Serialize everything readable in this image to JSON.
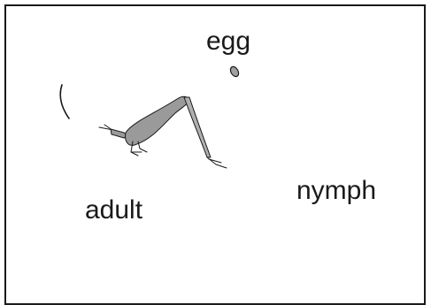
{
  "labels": {
    "egg": "egg",
    "adult": "adult",
    "nymph": "nymph"
  },
  "colors": {
    "stroke": "#1a1a1a",
    "insect_fill": "#9a9a9a",
    "egg_fill": "#a0a0a0",
    "background": "#ffffff"
  }
}
